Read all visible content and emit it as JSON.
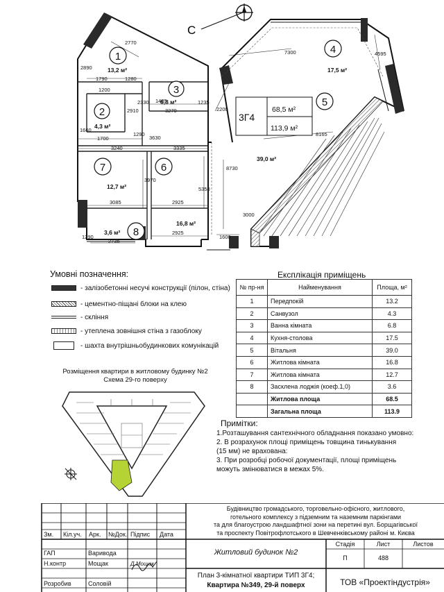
{
  "plan": {
    "north_label": "С",
    "apartment_type": "3Г4",
    "living_area": "68,5 м²",
    "total_area": "113,9 м²",
    "rooms": [
      {
        "num": "1",
        "area": "13,2 м²"
      },
      {
        "num": "2",
        "area": "4,3 м²"
      },
      {
        "num": "3",
        "area": "6,8 м²"
      },
      {
        "num": "4",
        "area": "17,5 м²"
      },
      {
        "num": "5",
        "area": "39,0 м²"
      },
      {
        "num": "6",
        "area": "16,8 м²"
      },
      {
        "num": "7",
        "area": "12,7 м²"
      },
      {
        "num": "8",
        "area": "3,6 м²"
      }
    ],
    "dims": [
      "2770",
      "2890",
      "1790",
      "1280",
      "1200",
      "2330",
      "1485",
      "1235",
      "3270",
      "2910",
      "1660",
      "1700",
      "1290",
      "3630",
      "3240",
      "3335",
      "7300",
      "4595",
      "2200",
      "8165",
      "8730",
      "3970",
      "5350",
      "3085",
      "2925",
      "2925",
      "2735",
      "1600",
      "3000",
      "1290"
    ]
  },
  "legend": {
    "title": "Умовні позначення:",
    "items": [
      "- залізобетонні несучі конструкції (пілон, стіна)",
      "- цементно-піщані блоки на клею",
      "- скління",
      "- утеплена зовнішня стіна з газоблоку",
      "- шахта внутрішньобудинкових комунікацій"
    ]
  },
  "scheme": {
    "caption_1": "Розміщення квартири в житловому будинку №2",
    "caption_2": "Схема 29-го поверху"
  },
  "explication": {
    "title": "Експлікація приміщень",
    "headers": [
      "№ пр-ня",
      "Найменування",
      "Площа, м²"
    ],
    "rows": [
      {
        "n": "1",
        "name": "Передпокій",
        "area": "13.2"
      },
      {
        "n": "2",
        "name": "Санвузол",
        "area": "4.3"
      },
      {
        "n": "3",
        "name": "Ванна кімната",
        "area": "6.8"
      },
      {
        "n": "4",
        "name": "Кухня-столова",
        "area": "17.5"
      },
      {
        "n": "5",
        "name": "Вітальня",
        "area": "39.0"
      },
      {
        "n": "6",
        "name": "Житлова кімната",
        "area": "16.8"
      },
      {
        "n": "7",
        "name": "Житлова кімната",
        "area": "12.7"
      },
      {
        "n": "8",
        "name": "Засклена лоджія (коеф.1,0)",
        "area": "3.6"
      }
    ],
    "living_label": "Житлова площа",
    "living_value": "68.5",
    "total_label": "Загальна площа",
    "total_value": "113.9"
  },
  "notes": {
    "title": "Примітки:",
    "lines": [
      "1.Розташування сантехнічного обладнання показано умовно:",
      "2. В розрахунок площі приміщень товщина тинькування",
      "    (15 мм) не врахована:",
      "3. При розробці робочої документації, площі приміщень",
      "    можуть змінюватися в межах 5%."
    ]
  },
  "titleblock": {
    "project": [
      "Будівництво громадського, торговельно-офісного, житлового,",
      "готельного комплексу з підземним та наземним паркінгами",
      "та для благоустрою ландшафтної зони на перетині вул. Борщагівської",
      "та проспекту Повітрофлотського в Шевченківському районі м. Києва"
    ],
    "col_headers": [
      "Зм.",
      "Кіл.уч.",
      "Арк.",
      "№Док.",
      "Підпис",
      "Дата"
    ],
    "roles": [
      {
        "role": "ГАП",
        "name": "Варивода"
      },
      {
        "role": "Н.контр",
        "name": "Мощак"
      },
      {
        "role": "Розробив",
        "name": "Соловій"
      }
    ],
    "building": "Житловий будинок №2",
    "stage_header": "Стадія",
    "sheet_header": "Лист",
    "sheets_header": "Листов",
    "stage": "П",
    "sheet": "488",
    "sheets": "",
    "sheet_title_1": "План 3-кімнатної квартири ТИП 3Г4;",
    "sheet_title_2": "Квартира №349, 29-й поверх",
    "company": "ТОВ «Проектіндустрія»",
    "signature": "Д.Мощак"
  },
  "colors": {
    "line": "#111111",
    "wall": "#2a2a2a",
    "highlight": "#b5d334"
  }
}
